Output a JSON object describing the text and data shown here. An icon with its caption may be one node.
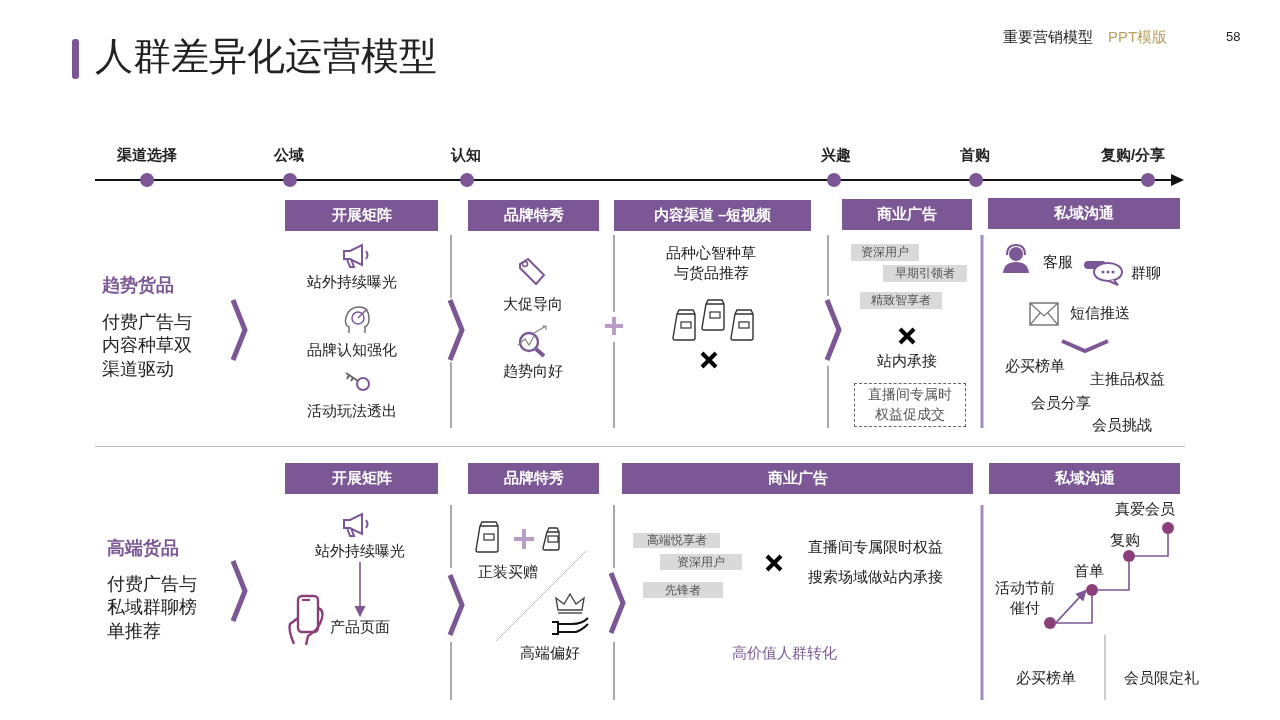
{
  "diagram": {
    "title": "人群差异化运营模型",
    "nodes": [
      {
        "text": [
          "开展矩阵"
        ]
      },
      {
        "text": [
          "品牌特秀"
        ]
      },
      {
        "text": [
          "内容渠道 –短视频"
        ]
      },
      {
        "text": [
          "商业广告"
        ]
      },
      {
        "text": [
          "私域沟通"
        ]
      },
      {
        "text": [
          "资深用户"
        ]
      },
      {
        "text": [
          "早期引领者"
        ]
      },
      {
        "text": [
          "精致智享者"
        ]
      },
      {
        "text": [
          "直播间专属时权益促成交"
        ]
      },
      {
        "text": [
          "开展矩阵"
        ]
      },
      {
        "text": [
          "品牌特秀"
        ]
      },
      {
        "text": [
          "商业广告"
        ]
      },
      {
        "text": [
          "私域沟通"
        ]
      },
      {
        "text": [
          "站外持续曝光"
        ]
      },
      {
        "text": [
          "产品页面"
        ]
      },
      {
        "text": [
          "高端悦享者"
        ]
      },
      {
        "text": [
          "资深用户"
        ]
      },
      {
        "text": [
          "先锋者"
        ]
      },
      {
        "text": [],
        "shape": "circle",
        "beside": [
          "活动节前催付"
        ]
      },
      {
        "text": [],
        "shape": "circle",
        "beside": [
          "首单"
        ]
      },
      {
        "text": [],
        "shape": "circle",
        "beside": [
          "复购"
        ]
      },
      {
        "text": [],
        "shape": "circle",
        "beside": [
          "真爱会员"
        ]
      }
    ],
    "edges": [
      {
        "from": 13,
        "to": 14,
        "arrow": "to"
      },
      {
        "from": 18,
        "to": 19,
        "arrow": "none"
      },
      {
        "from": 19,
        "to": 20,
        "arrow": "none"
      },
      {
        "from": 20,
        "to": 21,
        "arrow": "none"
      },
      {
        "from": 18,
        "to": 19,
        "arrow": "to"
      }
    ],
    "labels": [
      "重要营销模型",
      "PPT模版",
      "58",
      "渠道选择",
      "公域",
      "认知",
      "兴趣",
      "首购",
      "复购/分享",
      "趋势货品",
      "付费广告与内容种草双渠道驱动",
      "站外持续曝光",
      "品牌认知强化",
      "活动玩法透出",
      "大促导向",
      "趋势向好",
      "品种心智种草与货品推荐",
      "站内承接",
      "客服",
      "群聊",
      "短信推送",
      "必买榜单",
      "主推品权益",
      "会员分享",
      "会员挑战",
      "高端货品",
      "付费广告与私域群聊榜单推荐",
      "正装买赠",
      "高端偏好",
      "直播间专属限时权益",
      "搜索场域做站内承接",
      "高价值人群转化",
      "必买榜单",
      "会员限定礼"
    ]
  }
}
